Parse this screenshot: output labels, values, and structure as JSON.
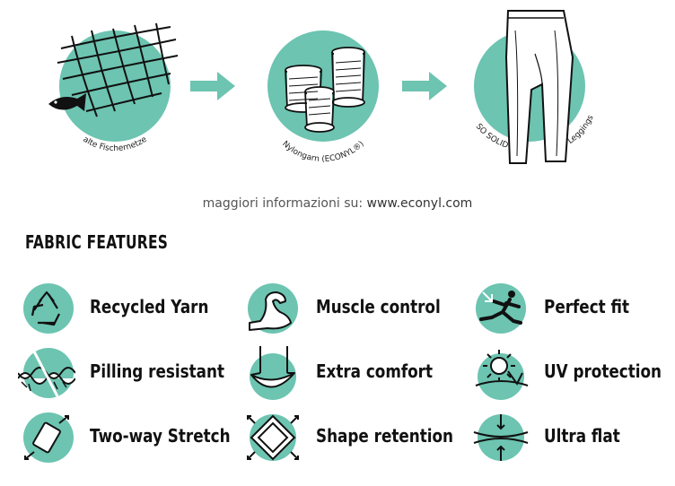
{
  "colors": {
    "teal": "#6cc4b1",
    "ink": "#111111"
  },
  "process": {
    "steps": [
      {
        "label": "alte Fischernetze",
        "icon": "fishing-net-icon"
      },
      {
        "label": "Nylongarn (ECONYL®)",
        "icon": "yarn-spools-icon"
      },
      {
        "label_left": "SO SOLID",
        "label_right": "Leggings",
        "icon": "leggings-icon"
      }
    ]
  },
  "info": {
    "prefix": "maggiori informazioni su: ",
    "link": "www.econyl.com"
  },
  "features": {
    "title": "FABRIC FEATURES",
    "items": [
      {
        "label": "Recycled Yarn",
        "icon": "recycle-icon"
      },
      {
        "label": "Muscle control",
        "icon": "muscle-arm-icon"
      },
      {
        "label": "Perfect fit",
        "icon": "stretching-figure-icon"
      },
      {
        "label": "Pilling resistant",
        "icon": "yarn-strand-icon"
      },
      {
        "label": "Extra comfort",
        "icon": "hammock-icon"
      },
      {
        "label": "UV protection",
        "icon": "sun-icon"
      },
      {
        "label": "Two-way Stretch",
        "icon": "stretch-arrows-icon"
      },
      {
        "label": "Shape retention",
        "icon": "shape-retention-icon"
      },
      {
        "label": "Ultra flat",
        "icon": "ultra-flat-icon"
      }
    ]
  }
}
